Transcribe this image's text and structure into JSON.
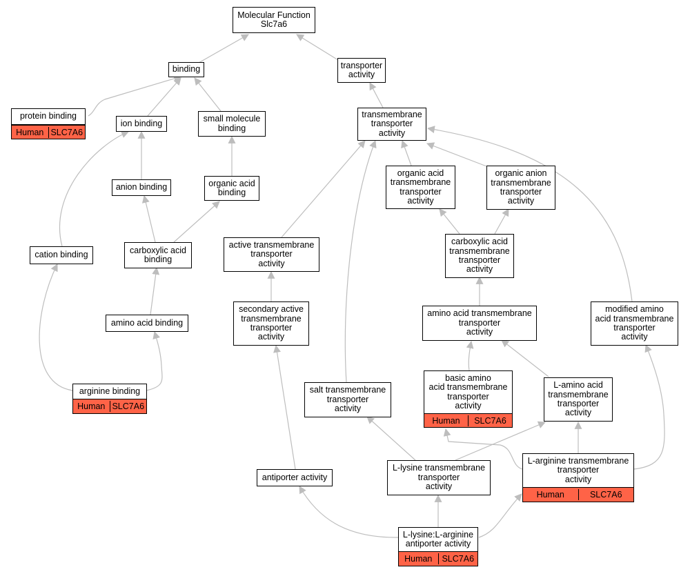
{
  "nodes": {
    "mf": "Molecular Function\nSlc7a6",
    "binding": "binding",
    "transporter_activity": "transporter\nactivity",
    "protein_binding": "protein binding",
    "ion_binding": "ion binding",
    "small_molecule_binding": "small molecule\nbinding",
    "tm_transporter": "transmembrane\ntransporter\nactivity",
    "anion_binding": "anion binding",
    "organic_acid_binding": "organic acid\nbinding",
    "organic_acid_tm": "organic acid\ntransmembrane\ntransporter\nactivity",
    "organic_anion_tm": "organic anion\ntransmembrane\ntransporter\nactivity",
    "cation_binding": "cation binding",
    "carboxylic_acid_binding": "carboxylic acid\nbinding",
    "active_tm": "active transmembrane\ntransporter\nactivity",
    "carboxylic_acid_tm": "carboxylic acid\ntransmembrane\ntransporter\nactivity",
    "amino_acid_binding": "amino acid binding",
    "secondary_active_tm": "secondary active\ntransmembrane\ntransporter\nactivity",
    "amino_acid_tm": "amino acid transmembrane\ntransporter\nactivity",
    "modified_amino_acid_tm": "modified amino\nacid transmembrane\ntransporter\nactivity",
    "basic_amino_acid_tm": "basic amino\nacid transmembrane\ntransporter\nactivity",
    "l_amino_acid_tm": "L-amino acid\ntransmembrane\ntransporter\nactivity",
    "arginine_binding": "arginine binding",
    "salt_tm": "salt transmembrane\ntransporter\nactivity",
    "l_arginine_tm": "L-arginine transmembrane\ntransporter\nactivity",
    "l_lysine_tm": "L-lysine transmembrane\ntransporter\nactivity",
    "antiporter": "antiporter activity",
    "lysine_arginine_antiporter": "L-lysine:L-arginine\nantiporter activity"
  },
  "annotation": {
    "species": "Human",
    "gene": "SLC7A6"
  },
  "colors": {
    "annotation_fill": "#ff6347",
    "edge": "#bdbdbd",
    "border": "#000000"
  }
}
